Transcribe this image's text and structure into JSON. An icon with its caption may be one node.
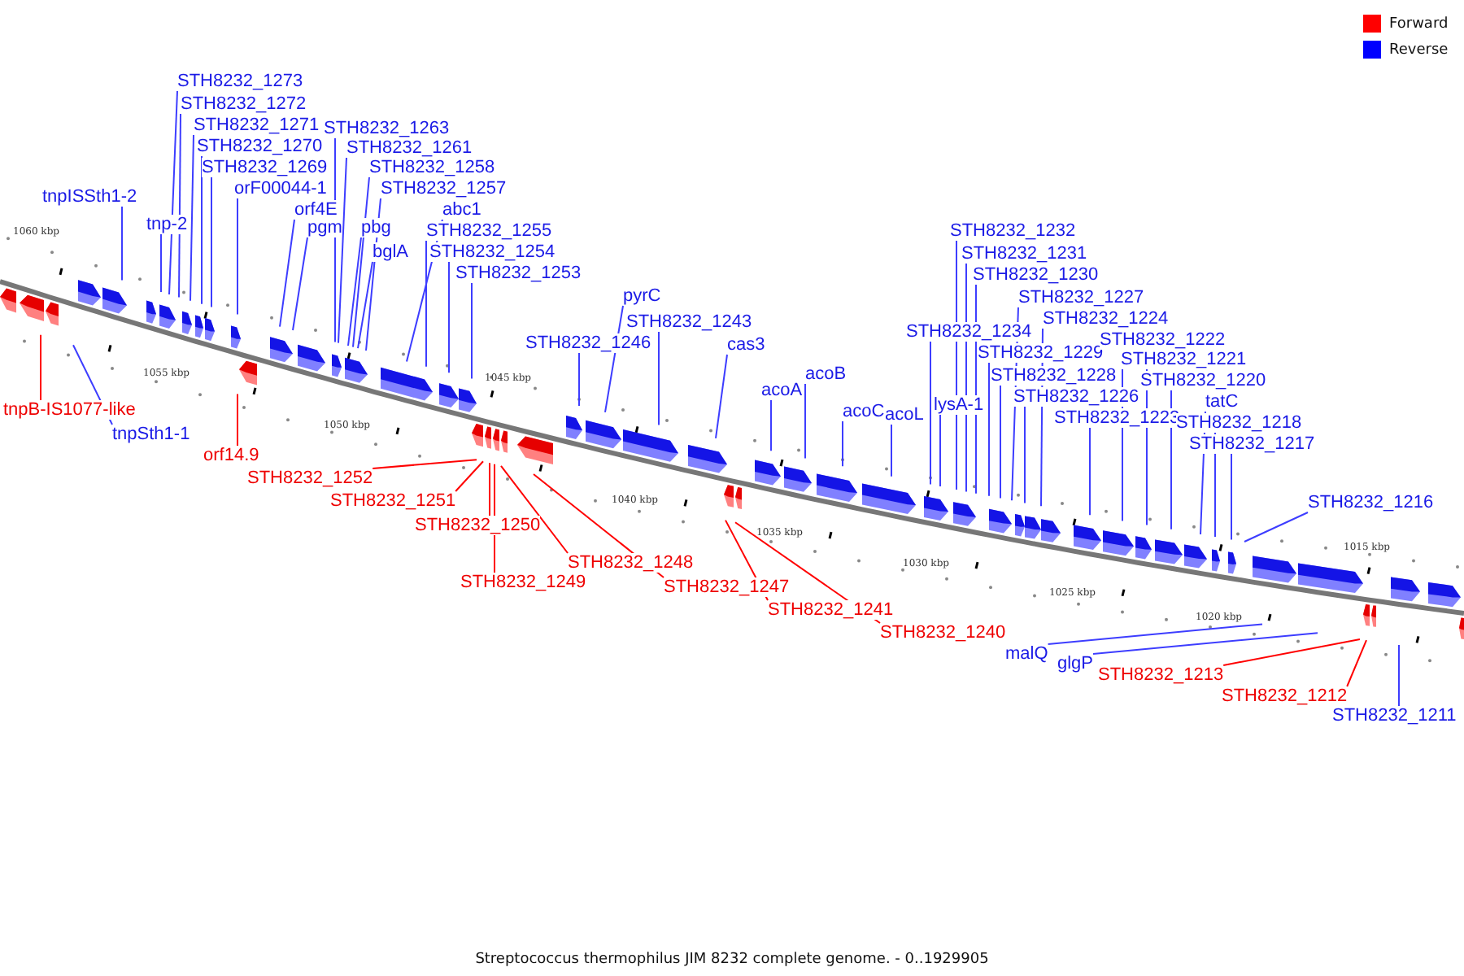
{
  "diagram": {
    "caption": "Streptococcus thermophilus JIM 8232 complete genome. - 0..1929905",
    "nodes": [
      {
        "text": [
          "tnpISSth1-2"
        ]
      },
      {
        "text": [
          "tnp-2"
        ]
      },
      {
        "text": [
          "STH8232_1273"
        ]
      },
      {
        "text": [
          "STH8232_1272"
        ]
      },
      {
        "text": [
          "STH8232_1271"
        ]
      },
      {
        "text": [
          "STH8232_1270"
        ]
      },
      {
        "text": [
          "STH8232_1269"
        ]
      },
      {
        "text": [
          "orF00044-1"
        ]
      },
      {
        "text": [
          "orf4E"
        ]
      },
      {
        "text": [
          "pgm"
        ]
      },
      {
        "text": [
          "STH8232_1263"
        ]
      },
      {
        "text": [
          "STH8232_1261"
        ]
      },
      {
        "text": [
          "STH8232_1258"
        ]
      },
      {
        "text": [
          "pbg"
        ]
      },
      {
        "text": [
          "STH8232_1257"
        ]
      },
      {
        "text": [
          "abc1"
        ]
      },
      {
        "text": [
          "bglA"
        ]
      },
      {
        "text": [
          "STH8232_1255"
        ]
      },
      {
        "text": [
          "STH8232_1254"
        ]
      },
      {
        "text": [
          "STH8232_1253"
        ]
      },
      {
        "text": [
          "STH8232_1246"
        ]
      },
      {
        "text": [
          "pyrC"
        ]
      },
      {
        "text": [
          "STH8232_1243"
        ]
      },
      {
        "text": [
          "cas3"
        ]
      },
      {
        "text": [
          "acoA"
        ]
      },
      {
        "text": [
          "acoB"
        ]
      },
      {
        "text": [
          "acoC"
        ]
      },
      {
        "text": [
          "acoL"
        ]
      },
      {
        "text": [
          "STH8232_1234"
        ]
      },
      {
        "text": [
          "lysA-1"
        ]
      },
      {
        "text": [
          "STH8232_1232"
        ]
      },
      {
        "text": [
          "STH8232_1231"
        ]
      },
      {
        "text": [
          "STH8232_1230"
        ]
      },
      {
        "text": [
          "STH8232_1229"
        ]
      },
      {
        "text": [
          "STH8232_1228"
        ]
      },
      {
        "text": [
          "STH8232_1227"
        ]
      },
      {
        "text": [
          "STH8232_1226"
        ]
      },
      {
        "text": [
          "STH8232_1224"
        ]
      },
      {
        "text": [
          "STH8232_1223"
        ]
      },
      {
        "text": [
          "STH8232_1222"
        ]
      },
      {
        "text": [
          "STH8232_1221"
        ]
      },
      {
        "text": [
          "STH8232_1220"
        ]
      },
      {
        "text": [
          "tatC"
        ]
      },
      {
        "text": [
          "STH8232_1218"
        ]
      },
      {
        "text": [
          "STH8232_1217"
        ]
      },
      {
        "text": [
          "STH8232_1216"
        ]
      },
      {
        "text": [
          "tnpB-IS1077-like"
        ]
      },
      {
        "text": [
          "tnpSth1-1"
        ]
      },
      {
        "text": [
          "orf14.9"
        ]
      },
      {
        "text": [
          "STH8232_1252"
        ]
      },
      {
        "text": [
          "STH8232_1251"
        ]
      },
      {
        "text": [
          "STH8232_1250"
        ]
      },
      {
        "text": [
          "STH8232_1249"
        ]
      },
      {
        "text": [
          "STH8232_1248"
        ]
      },
      {
        "text": [
          "STH8232_1247"
        ]
      },
      {
        "text": [
          "STH8232_1241"
        ]
      },
      {
        "text": [
          "STH8232_1240"
        ]
      },
      {
        "text": [
          "malQ"
        ]
      },
      {
        "text": [
          "glgP"
        ]
      },
      {
        "text": [
          "STH8232_1213"
        ]
      },
      {
        "text": [
          "STH8232_1212"
        ]
      },
      {
        "text": [
          "STH8232_1211"
        ]
      }
    ],
    "edges": [
      {
        "from": 0,
        "to": null,
        "arrow": "none"
      },
      {
        "from": 1,
        "to": null,
        "arrow": "none"
      },
      {
        "from": 2,
        "to": null,
        "arrow": "none"
      },
      {
        "from": 3,
        "to": null,
        "arrow": "none"
      },
      {
        "from": 4,
        "to": null,
        "arrow": "none"
      },
      {
        "from": 5,
        "to": null,
        "arrow": "none"
      },
      {
        "from": 6,
        "to": null,
        "arrow": "none"
      },
      {
        "from": 7,
        "to": null,
        "arrow": "none"
      },
      {
        "from": 8,
        "to": null,
        "arrow": "none"
      },
      {
        "from": 9,
        "to": null,
        "arrow": "none"
      },
      {
        "from": 10,
        "to": null,
        "arrow": "none"
      },
      {
        "from": 11,
        "to": null,
        "arrow": "none"
      },
      {
        "from": 12,
        "to": null,
        "arrow": "none"
      },
      {
        "from": 13,
        "to": null,
        "arrow": "none"
      },
      {
        "from": 14,
        "to": null,
        "arrow": "none"
      },
      {
        "from": 15,
        "to": null,
        "arrow": "none"
      },
      {
        "from": 16,
        "to": null,
        "arrow": "none"
      },
      {
        "from": 17,
        "to": null,
        "arrow": "none"
      },
      {
        "from": 18,
        "to": null,
        "arrow": "none"
      },
      {
        "from": 19,
        "to": null,
        "arrow": "none"
      },
      {
        "from": 20,
        "to": null,
        "arrow": "none"
      },
      {
        "from": 21,
        "to": null,
        "arrow": "none"
      },
      {
        "from": 22,
        "to": null,
        "arrow": "none"
      },
      {
        "from": 23,
        "to": null,
        "arrow": "none"
      },
      {
        "from": 24,
        "to": null,
        "arrow": "none"
      },
      {
        "from": 25,
        "to": null,
        "arrow": "none"
      },
      {
        "from": 26,
        "to": null,
        "arrow": "none"
      },
      {
        "from": 27,
        "to": null,
        "arrow": "none"
      },
      {
        "from": 28,
        "to": null,
        "arrow": "none"
      },
      {
        "from": 29,
        "to": null,
        "arrow": "none"
      },
      {
        "from": 30,
        "to": null,
        "arrow": "none"
      },
      {
        "from": 31,
        "to": null,
        "arrow": "none"
      },
      {
        "from": 32,
        "to": null,
        "arrow": "none"
      },
      {
        "from": 33,
        "to": null,
        "arrow": "none"
      },
      {
        "from": 34,
        "to": null,
        "arrow": "none"
      },
      {
        "from": 35,
        "to": null,
        "arrow": "none"
      },
      {
        "from": 36,
        "to": null,
        "arrow": "none"
      },
      {
        "from": 37,
        "to": null,
        "arrow": "none"
      },
      {
        "from": 38,
        "to": null,
        "arrow": "none"
      },
      {
        "from": 39,
        "to": null,
        "arrow": "none"
      },
      {
        "from": 40,
        "to": null,
        "arrow": "none"
      },
      {
        "from": 41,
        "to": null,
        "arrow": "none"
      },
      {
        "from": 42,
        "to": null,
        "arrow": "none"
      },
      {
        "from": 43,
        "to": null,
        "arrow": "none"
      },
      {
        "from": 44,
        "to": null,
        "arrow": "none"
      },
      {
        "from": 45,
        "to": null,
        "arrow": "none"
      },
      {
        "from": 46,
        "to": null,
        "arrow": "none",
        "color": "#ff0000"
      },
      {
        "from": 47,
        "to": null,
        "arrow": "none"
      },
      {
        "from": 48,
        "to": null,
        "arrow": "none",
        "color": "#ff0000"
      },
      {
        "from": 49,
        "to": null,
        "arrow": "none",
        "color": "#ff0000"
      },
      {
        "from": 50,
        "to": null,
        "arrow": "none",
        "color": "#ff0000"
      },
      {
        "from": 51,
        "to": null,
        "arrow": "none",
        "color": "#ff0000"
      },
      {
        "from": 52,
        "to": null,
        "arrow": "none",
        "color": "#ff0000"
      },
      {
        "from": 53,
        "to": null,
        "arrow": "none",
        "color": "#ff0000"
      },
      {
        "from": 54,
        "to": null,
        "arrow": "none",
        "color": "#ff0000"
      },
      {
        "from": 55,
        "to": null,
        "arrow": "none",
        "color": "#ff0000"
      },
      {
        "from": 56,
        "to": null,
        "arrow": "none",
        "color": "#ff0000"
      },
      {
        "from": 57,
        "to": null,
        "arrow": "none"
      },
      {
        "from": 58,
        "to": null,
        "arrow": "none"
      },
      {
        "from": 59,
        "to": null,
        "arrow": "none",
        "color": "#ff0000"
      },
      {
        "from": 60,
        "to": null,
        "arrow": "none",
        "color": "#ff0000"
      },
      {
        "from": 61,
        "to": null,
        "arrow": "none"
      }
    ],
    "labels": [
      "1060 kbp",
      "1055 kbp",
      "1050 kbp",
      "1045 kbp",
      "1040 kbp",
      "1035 kbp",
      "1030 kbp",
      "1025 kbp",
      "1020 kbp",
      "1015 kbp"
    ],
    "legend": [
      {
        "text": "Forward",
        "color": "#ff0000"
      },
      {
        "text": "Reverse",
        "color": "#0000ff"
      }
    ]
  }
}
